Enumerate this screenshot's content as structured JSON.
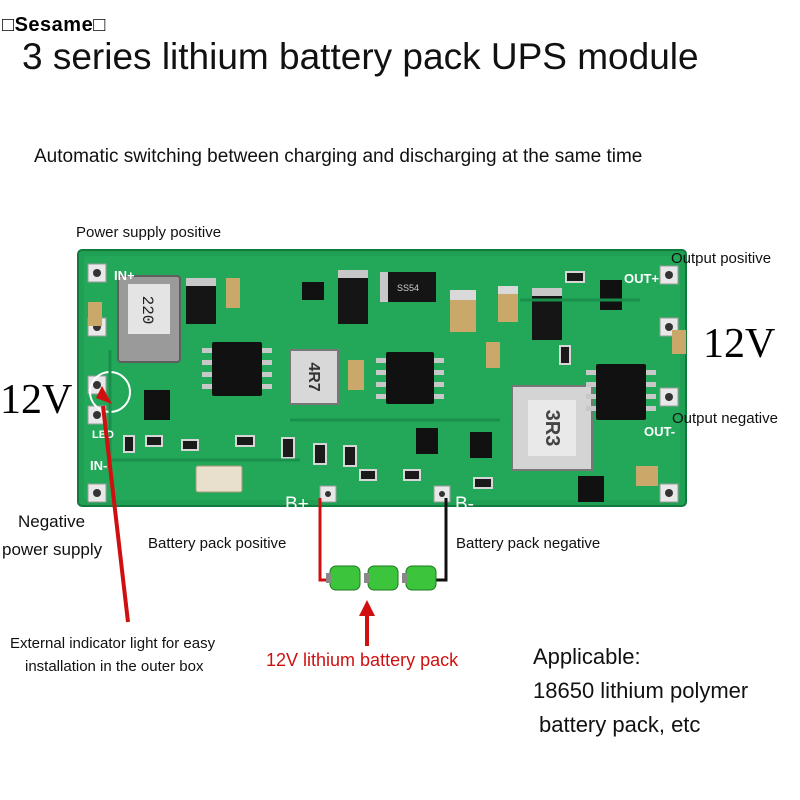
{
  "brand": "□Sesame□",
  "title": "3 series lithium battery pack UPS module",
  "subtitle": "Automatic switching between charging and discharging at the same time",
  "labels": {
    "power_supply_positive": "Power supply positive",
    "output_positive": "Output positive",
    "output_negative": "Output negative",
    "negative_power_supply_line1": "Negative",
    "negative_power_supply_line2": "power supply",
    "battery_pack_positive": "Battery pack positive",
    "battery_pack_negative": "Battery pack negative",
    "indicator_line1": "External indicator light for easy",
    "indicator_line2": "installation in the outer box",
    "battery_pack": "12V lithium battery pack"
  },
  "voltage_left": "12V",
  "voltage_right": "12V",
  "applicable": {
    "line1": "Applicable:",
    "line2": "18650 lithium polymer",
    "line3": "battery pack, etc"
  },
  "board_silkscreen": {
    "in_plus": "IN+",
    "in_minus": "IN-",
    "out_plus": "OUT+",
    "out_minus": "OUT-",
    "b_plus": "B+",
    "b_minus": "B-",
    "led": "LED",
    "inductor_1": "220",
    "inductor_2": "4R7",
    "inductor_3": "3R3",
    "diode_marking": "SS54"
  },
  "colors": {
    "pcb": "#1fa055",
    "pcb_dark": "#178a47",
    "label_red": "#d01010",
    "battery_green": "#3cc43c"
  }
}
